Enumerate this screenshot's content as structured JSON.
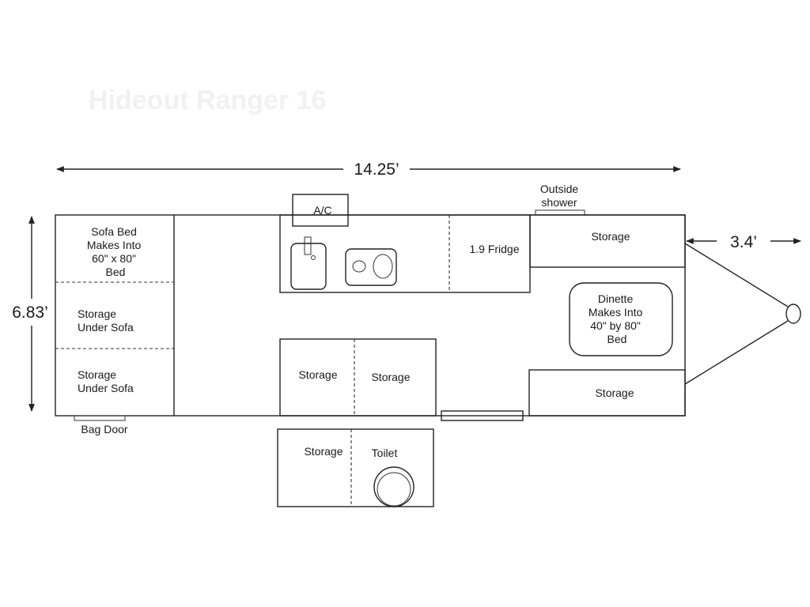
{
  "title": "Hideout Ranger 16",
  "dimensions": {
    "length": "14.25’",
    "width": "6.83’",
    "hitch": "3.4’"
  },
  "labels": {
    "ac": "A/C",
    "outside_shower": [
      "Outside",
      "shower"
    ],
    "fridge": "1.9 Fridge",
    "front_storage_top": "Storage",
    "front_storage_bottom": "Storage",
    "dinette": [
      "Dinette",
      "Makes Into",
      "40\" by 80\"",
      "Bed"
    ],
    "sofa_bed": [
      "Sofa Bed",
      "Makes Into",
      "60\" x 80\"",
      "Bed"
    ],
    "storage_under_sofa_1": [
      "Storage",
      "Under Sofa"
    ],
    "storage_under_sofa_2": [
      "Storage",
      "Under Sofa"
    ],
    "bag_door": "Bag Door",
    "mid_storage_left": "Storage",
    "mid_storage_right": "Storage",
    "bath_storage": "Storage",
    "toilet": "Toilet"
  }
}
